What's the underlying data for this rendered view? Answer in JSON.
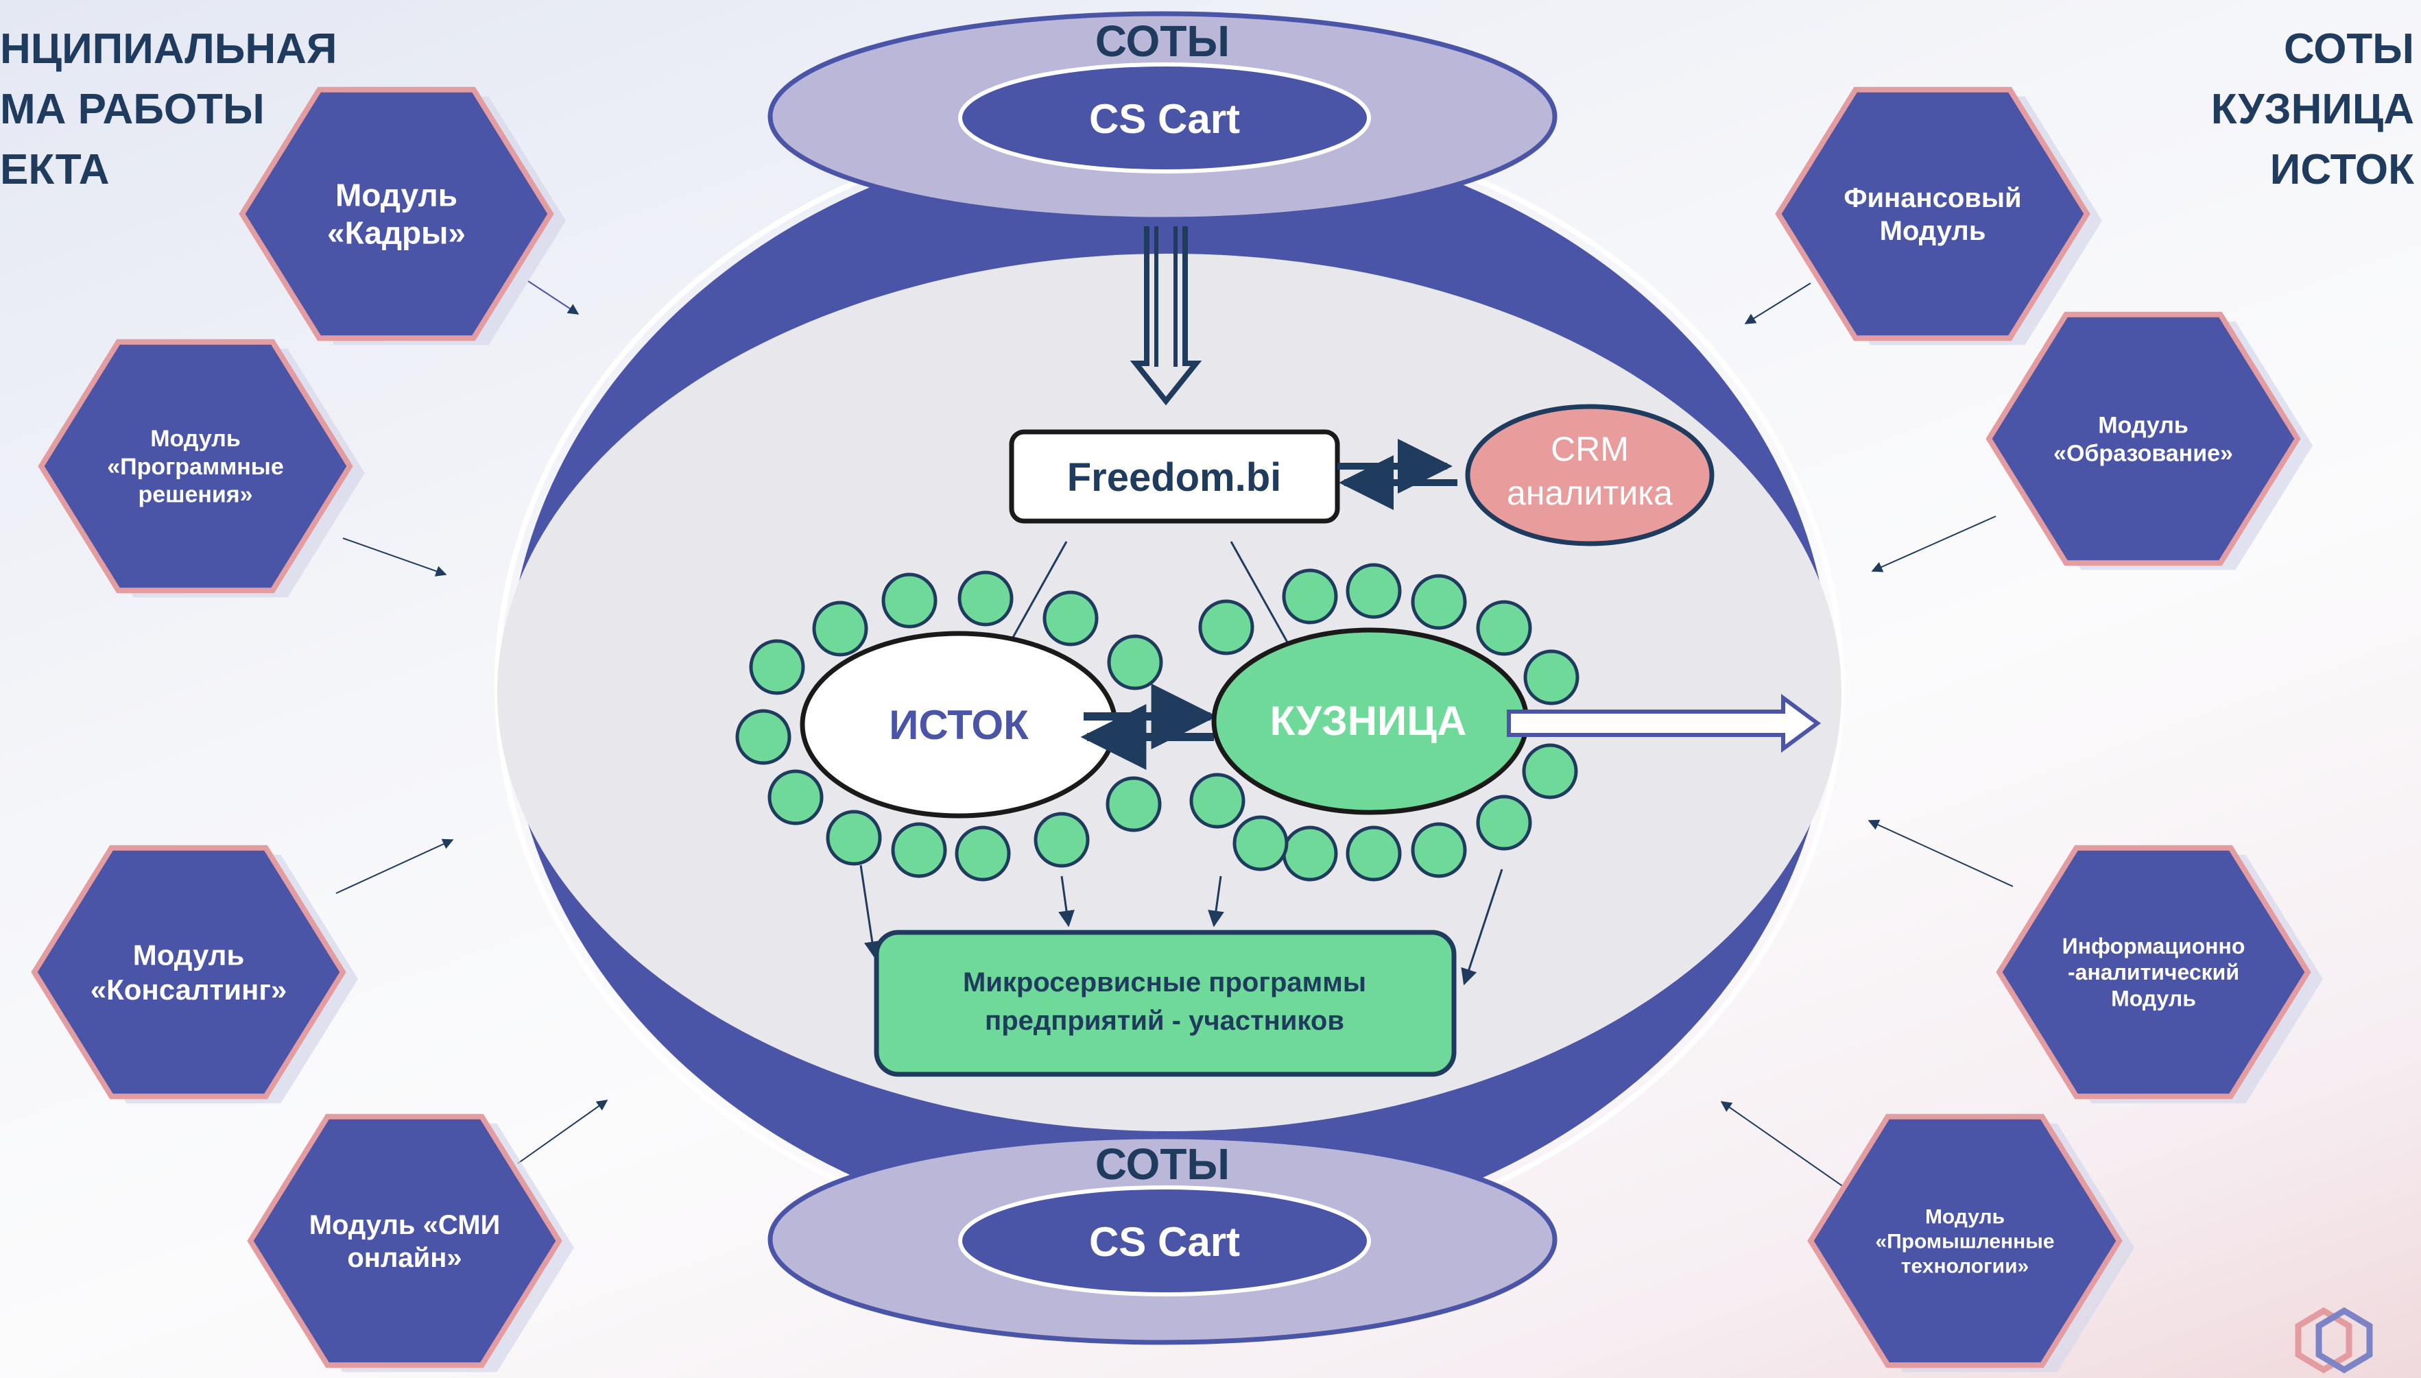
{
  "header": {
    "left_title": [
      "НЦИПИАЛЬНАЯ",
      "МА РАБОТЫ",
      "ЕКТА"
    ],
    "right_title": [
      "СОТЫ",
      "КУЗНИЦА",
      "ИСТОК"
    ]
  },
  "center": {
    "top_ring": {
      "label": "СОТЫ",
      "inner_label": "CS Cart"
    },
    "bottom_ring": {
      "label": "СОТЫ",
      "inner_label": "CS Cart"
    },
    "freedom_label": "Freedom.bi",
    "crm_label": [
      "CRM",
      "аналитика"
    ],
    "istok_label": "ИСТОК",
    "kuznica_label": "КУЗНИЦА",
    "microservices_label": [
      "Микросервисные программы",
      "предприятий - участников"
    ]
  },
  "modules": {
    "kadry": [
      "Модуль",
      "«Кадры»"
    ],
    "software": [
      "Модуль",
      "«Программные",
      "решения»"
    ],
    "consulting": [
      "Модуль",
      "«Консалтинг»"
    ],
    "media": [
      "Модуль «СМИ",
      "онлайн»"
    ],
    "finance": [
      "Финансовый",
      "Модуль"
    ],
    "education": [
      "Модуль",
      "«Образование»"
    ],
    "info": [
      "Информационно",
      "-аналитический",
      "Модуль"
    ],
    "industrial": [
      "Модуль",
      "«Промышленные",
      "технологии»"
    ]
  },
  "colors": {
    "primary_blue": "#4b55a7",
    "lavender": "#bab7d8",
    "inner_gray": "#e8e8ec",
    "green": "#6fd99a",
    "crm_pink": "#e89c9c",
    "dark_navy": "#1f3b5e",
    "hex_border": "#e39da0"
  },
  "icons": [
    "logo-hexagon-icon"
  ]
}
